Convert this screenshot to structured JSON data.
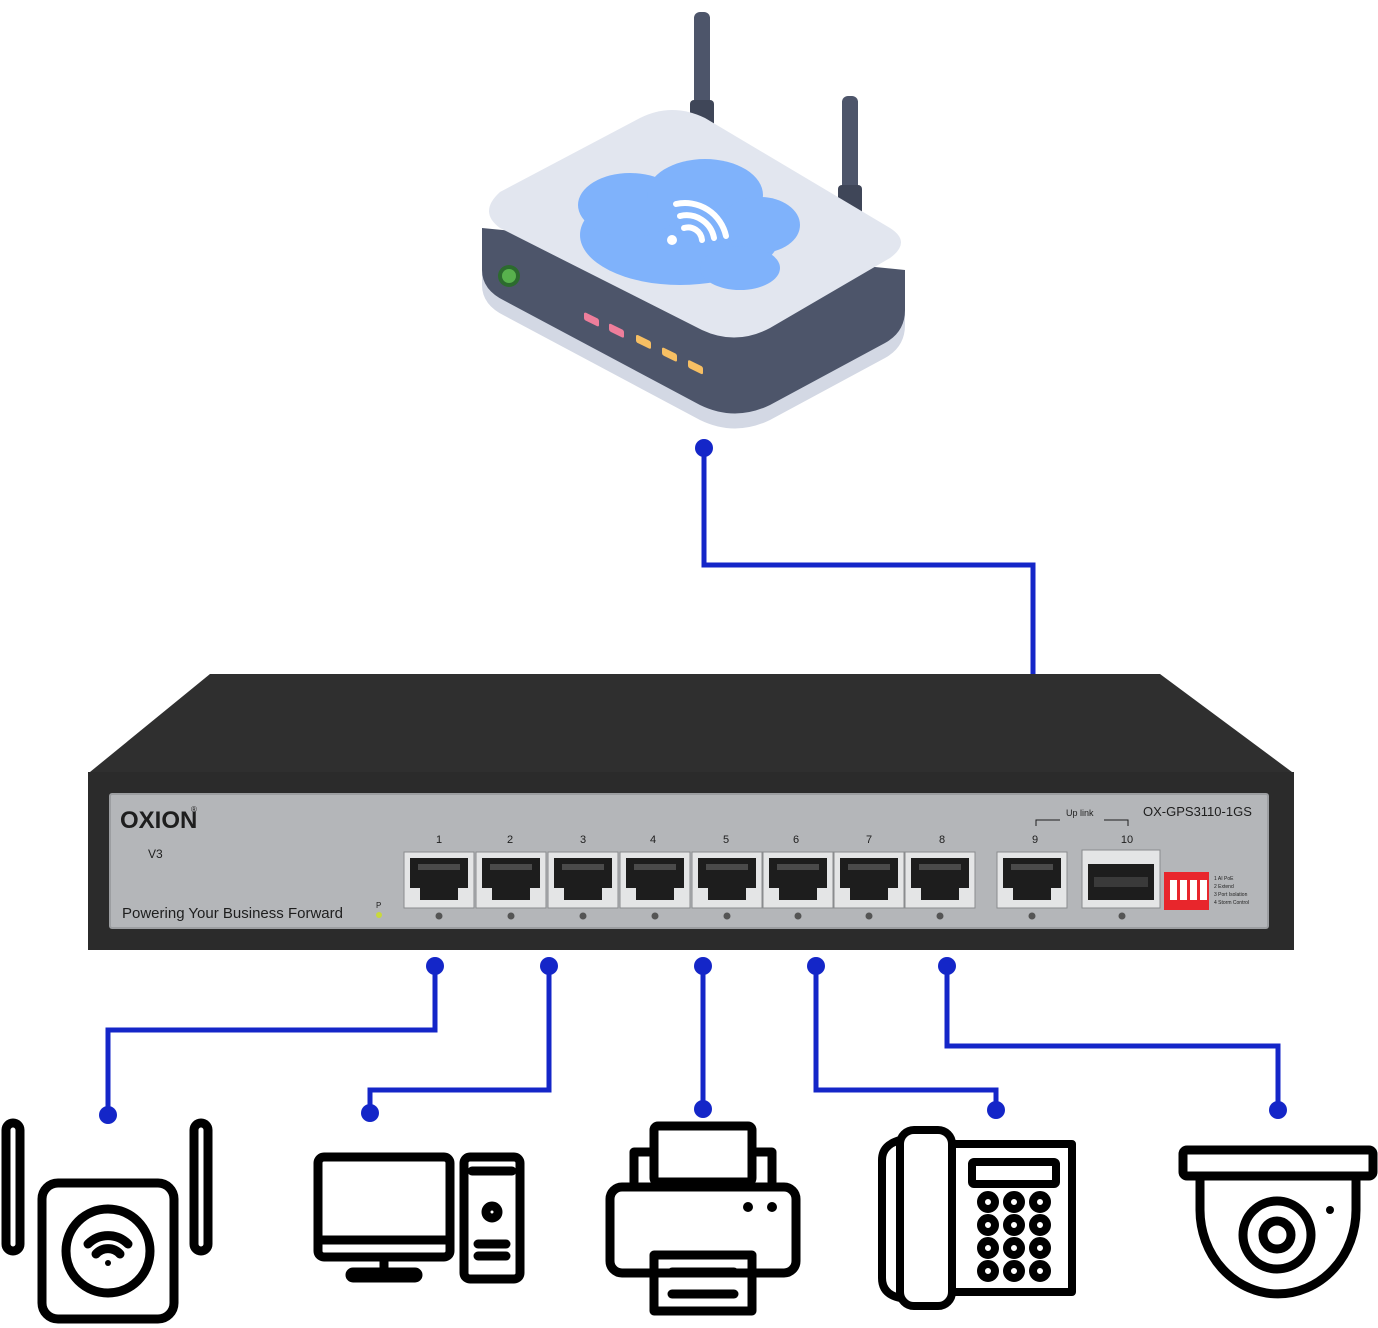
{
  "switch": {
    "brand": "OXION",
    "version": "V3",
    "slogan": "Powering Your Business Forward",
    "power_led_label": "P",
    "model": "OX-GPS3110-1GS",
    "uplink_label": "Up link",
    "port_numbers": [
      "1",
      "2",
      "3",
      "4",
      "5",
      "6",
      "7",
      "8",
      "9",
      "10"
    ],
    "dip_options": [
      "1 AI PoE",
      "2 Extend",
      "3 Port Isolation",
      "4 Storm Control"
    ]
  },
  "colors": {
    "connection_line": "#1426c8",
    "switch_body": "#2f2f2f",
    "switch_panel": "#b4b6b9",
    "router_body": "#e2e6ef",
    "router_base": "#4d556a",
    "router_cloud": "#7fb2fb",
    "dip_switch": "#e8262c",
    "icon_stroke": "#000000"
  },
  "icons": [
    "router-icon",
    "switch-icon",
    "wifi-access-point-icon",
    "desktop-computer-icon",
    "printer-icon",
    "desk-phone-icon",
    "dome-camera-icon"
  ]
}
